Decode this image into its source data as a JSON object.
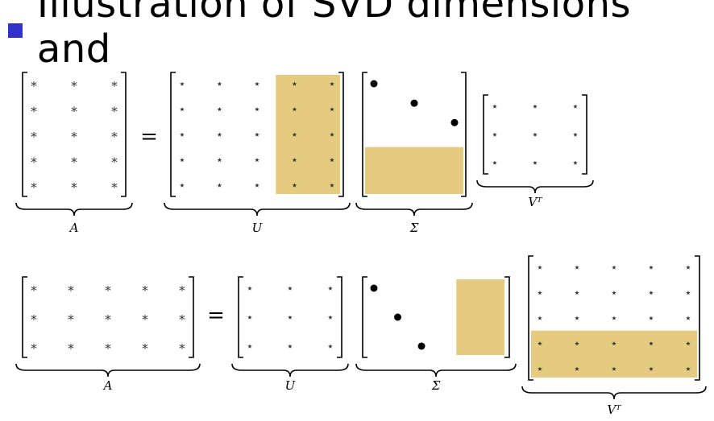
{
  "title": "Illustration of SVD dimensions and",
  "colors": {
    "highlight": "#e4cb80",
    "bullet": "#3333cc"
  },
  "glyphs": {
    "entry": "∗",
    "star": "⋆",
    "dot": "•",
    "equals": "="
  },
  "rows": [
    {
      "a": {
        "label": "A",
        "rows": 5,
        "cols": 3
      },
      "u": {
        "label": "U",
        "rows": 5,
        "cols": 5
      },
      "sigma": {
        "label": "Σ",
        "rows": 5,
        "cols": 3
      },
      "vt": {
        "label": "Vᵀ",
        "rows": 3,
        "cols": 3
      }
    },
    {
      "a": {
        "label": "A",
        "rows": 3,
        "cols": 5
      },
      "u": {
        "label": "U",
        "rows": 3,
        "cols": 3
      },
      "sigma": {
        "label": "Σ",
        "rows": 3,
        "cols": 5
      },
      "vt": {
        "label": "Vᵀ",
        "rows": 5,
        "cols": 5
      }
    }
  ]
}
